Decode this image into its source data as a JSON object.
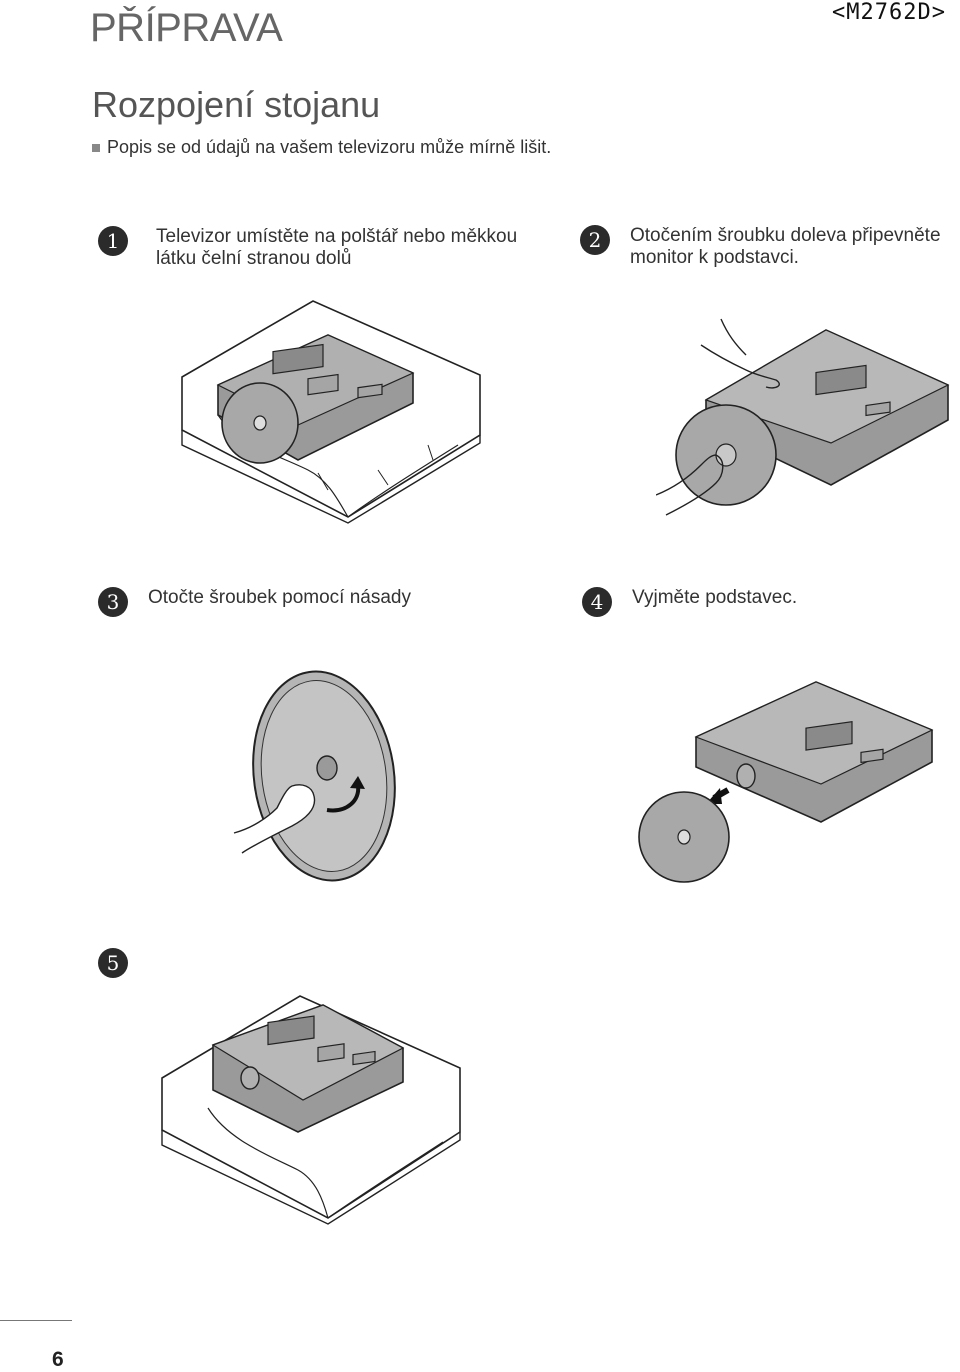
{
  "header": {
    "section": "PŘÍPRAVA",
    "model": "<M2762D>"
  },
  "section": {
    "title": "Rozpojení stojanu",
    "note": "Popis se od údajů na vašem televizoru může mírně lišit."
  },
  "steps": [
    {
      "num": "1",
      "text_line1": "Televizor umístěte na polštář nebo měkkou",
      "text_line2": "látku čelní stranou dolů"
    },
    {
      "num": "2",
      "text_line1": "Otočením šroubku doleva připevněte",
      "text_line2": "monitor k  podstavci."
    },
    {
      "num": "3",
      "text_line1": "Otočte šroubek pomocí násady",
      "text_line2": ""
    },
    {
      "num": "4",
      "text_line1": "Vyjměte podstavec.",
      "text_line2": ""
    },
    {
      "num": "5",
      "text_line1": "",
      "text_line2": ""
    }
  ],
  "footer": {
    "page_number": "6"
  },
  "colors": {
    "monitor_fill": "#9a9a9a",
    "monitor_light": "#bdbdbd",
    "outline": "#222222",
    "badge": "#2b2b2b"
  },
  "icons": [
    "square-bullet-icon",
    "arrow-left-icon",
    "curved-arrow-icon"
  ]
}
